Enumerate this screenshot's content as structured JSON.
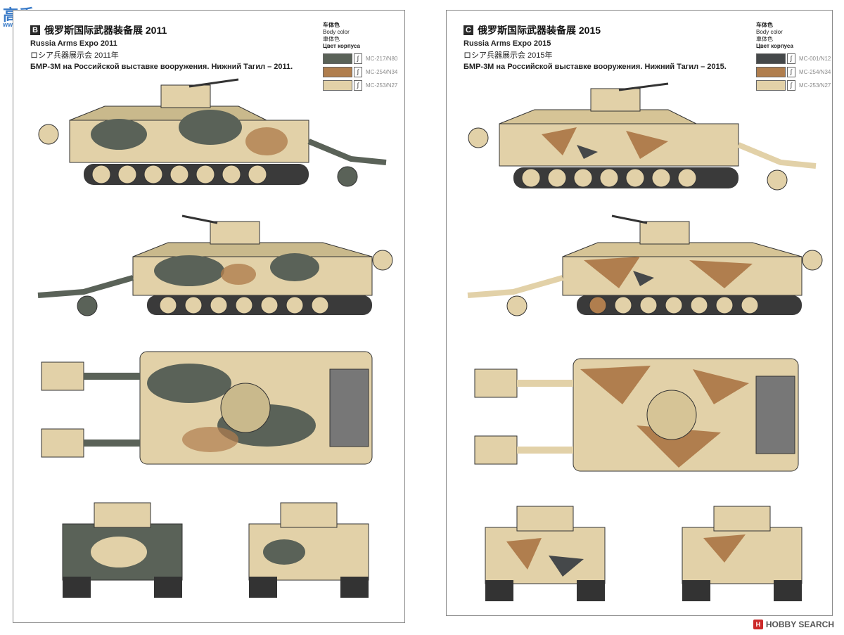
{
  "watermark_top": {
    "text": "高手",
    "url": "www.gaoshou.net"
  },
  "watermark_bottom": {
    "text": "HOBBY SEARCH"
  },
  "panels": [
    {
      "letter": "B",
      "title_cn": "俄罗斯国际武器装备展 2011",
      "title_en": "Russia Arms Expo 2011",
      "title_jp": "ロシア兵器展示会 2011年",
      "title_ru": "БМР-3М на Российской выставке вооружения. Нижний Тагил – 2011.",
      "legend": {
        "cn": "车体色",
        "en": "Body color",
        "jp": "車体色",
        "ru": "Цвет корпуса",
        "swatches": [
          {
            "color": "#5a6258",
            "code": "MC-217/N80"
          },
          {
            "color": "#b07e4e",
            "code": "MC-254/N34"
          },
          {
            "color": "#e2d1a8",
            "code": "MC-253/N27"
          }
        ]
      }
    },
    {
      "letter": "C",
      "title_cn": "俄罗斯国际武器装备展 2015",
      "title_en": "Russia Arms Expo 2015",
      "title_jp": "ロシア兵器展示会 2015年",
      "title_ru": "БМР-3М на Российской выставке вооружения. Нижний Тагил – 2015.",
      "legend": {
        "cn": "车体色",
        "en": "Body color",
        "jp": "車体色",
        "ru": "Цвет корпуса",
        "swatches": [
          {
            "color": "#45484a",
            "code": "MC-001/N12"
          },
          {
            "color": "#b07e4e",
            "code": "MC-254/N34"
          },
          {
            "color": "#e2d1a8",
            "code": "MC-253/N27"
          }
        ]
      }
    }
  ]
}
